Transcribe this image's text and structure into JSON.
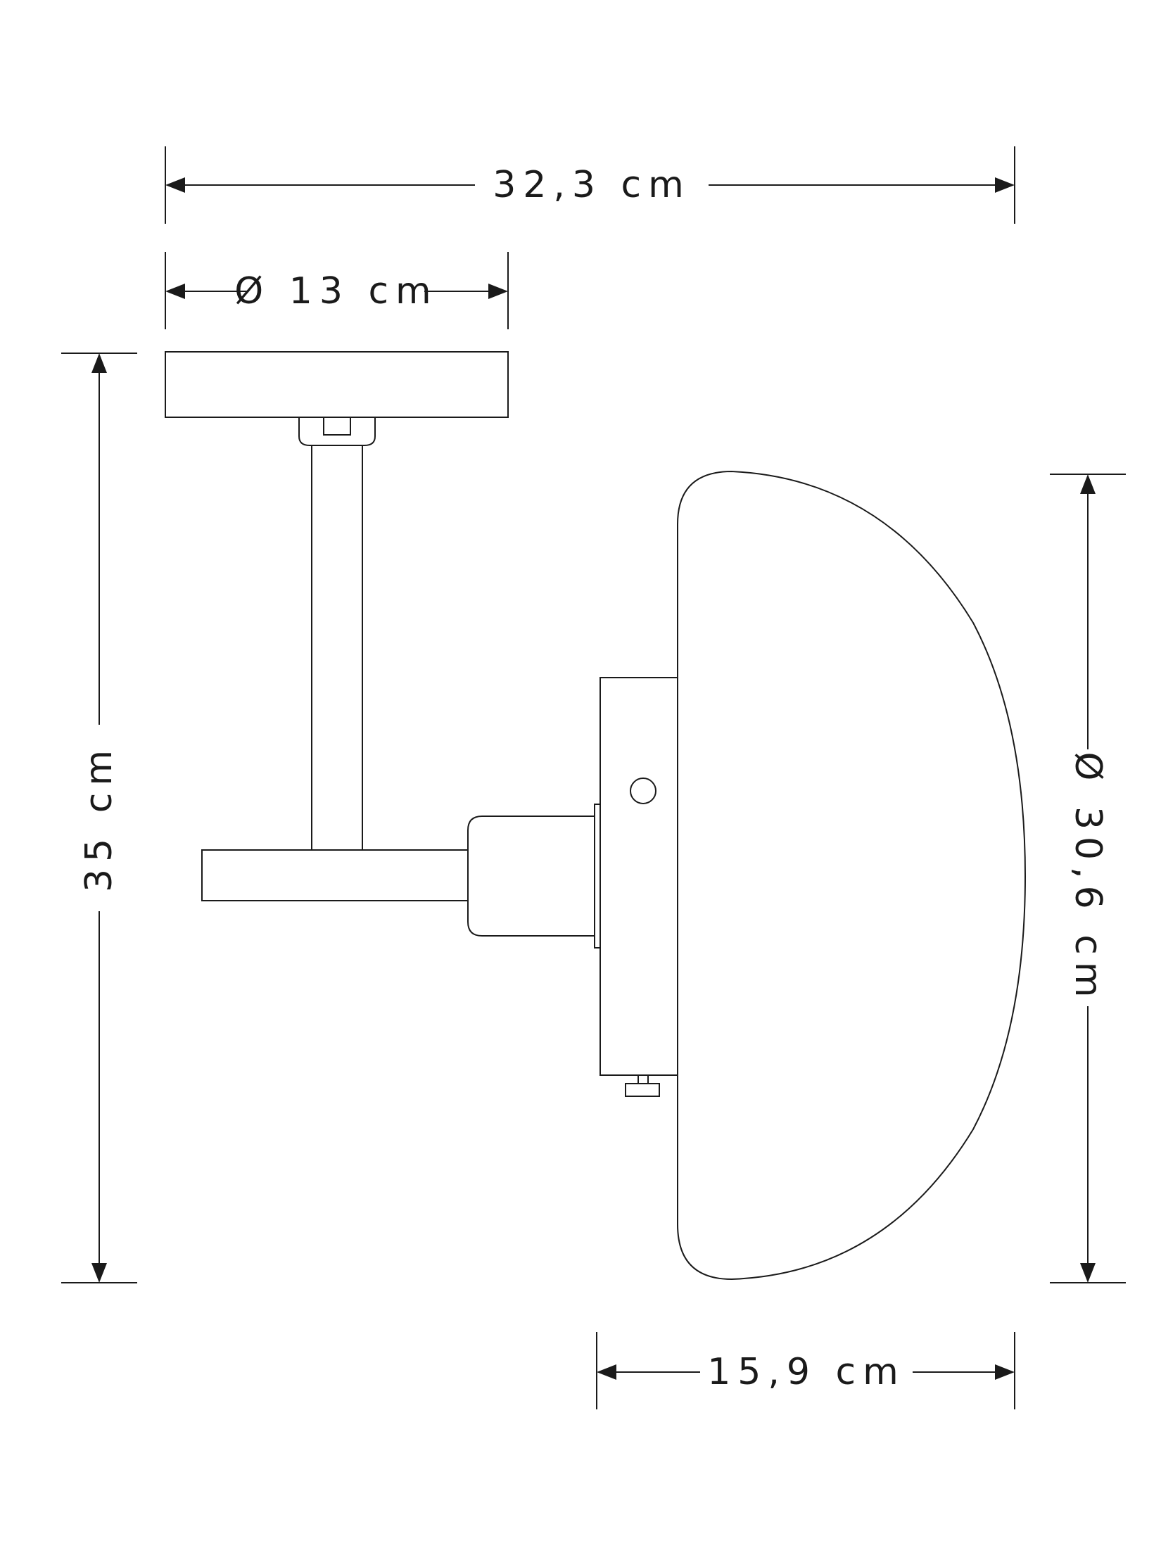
{
  "dimensions": {
    "total_width": "32,3 cm",
    "canopy_diameter": "Ø 13 cm",
    "total_height": "35 cm",
    "shade_diameter": "Ø 30,6 cm",
    "shade_depth": "15,9 cm"
  },
  "colors": {
    "line": "#1a1a1a",
    "background": "#ffffff"
  }
}
